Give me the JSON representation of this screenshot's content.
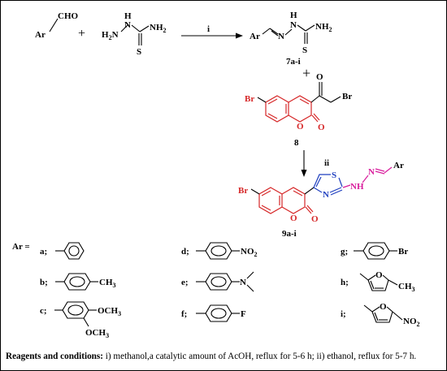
{
  "reactants": {
    "aldehyde": {
      "ar": "Ar",
      "group": "CHO"
    },
    "plus_1": "+",
    "thiosemicarbazide": {
      "h2n": "H2N",
      "nh": "H",
      "n": "N",
      "nh2": "NH2",
      "s": "S"
    }
  },
  "step_i": {
    "label": "i"
  },
  "product_7": {
    "ar": "Ar",
    "n1": "N",
    "n2": "N",
    "h": "H",
    "nh2": "NH2",
    "s": "S",
    "label": "7a-i"
  },
  "plus_2": "+",
  "compound_8": {
    "br1": "Br",
    "br2": "Br",
    "o_ketone": "O",
    "o_ring": "O",
    "o_lactone": "O",
    "label": "8"
  },
  "step_ii": {
    "label": "ii"
  },
  "product_9": {
    "br": "Br",
    "s": "S",
    "n_ring": "N",
    "nh": "NH",
    "n_imine": "N",
    "ar": "Ar",
    "o_ring": "O",
    "o_lactone": "O",
    "label": "9a-i"
  },
  "ar_table": {
    "header": "Ar =",
    "entries": [
      {
        "key": "a;"
      },
      {
        "key": "b;",
        "substituent": "CH3"
      },
      {
        "key": "c;",
        "substituent1": "OCH3",
        "substituent2": "OCH3"
      },
      {
        "key": "d;",
        "substituent": "NO2"
      },
      {
        "key": "e;",
        "substituent": "N"
      },
      {
        "key": "f;",
        "substituent": "F"
      },
      {
        "key": "g;",
        "substituent": "Br"
      },
      {
        "key": "h;",
        "heteroatom": "O",
        "substituent": "CH3"
      },
      {
        "key": "i;",
        "heteroatom": "O",
        "substituent": "NO2"
      }
    ]
  },
  "caption": {
    "bold": "Reagents and conditions:",
    "text": " i) methanol,a catalytic amount of AcOH, reflux for 5-6 h; ii) ethanol, reflux for 5-7 h."
  },
  "colors": {
    "coumarin": "#d62728",
    "thiazole": "#1f3fbf",
    "hydrazone": "#d81b9c"
  }
}
